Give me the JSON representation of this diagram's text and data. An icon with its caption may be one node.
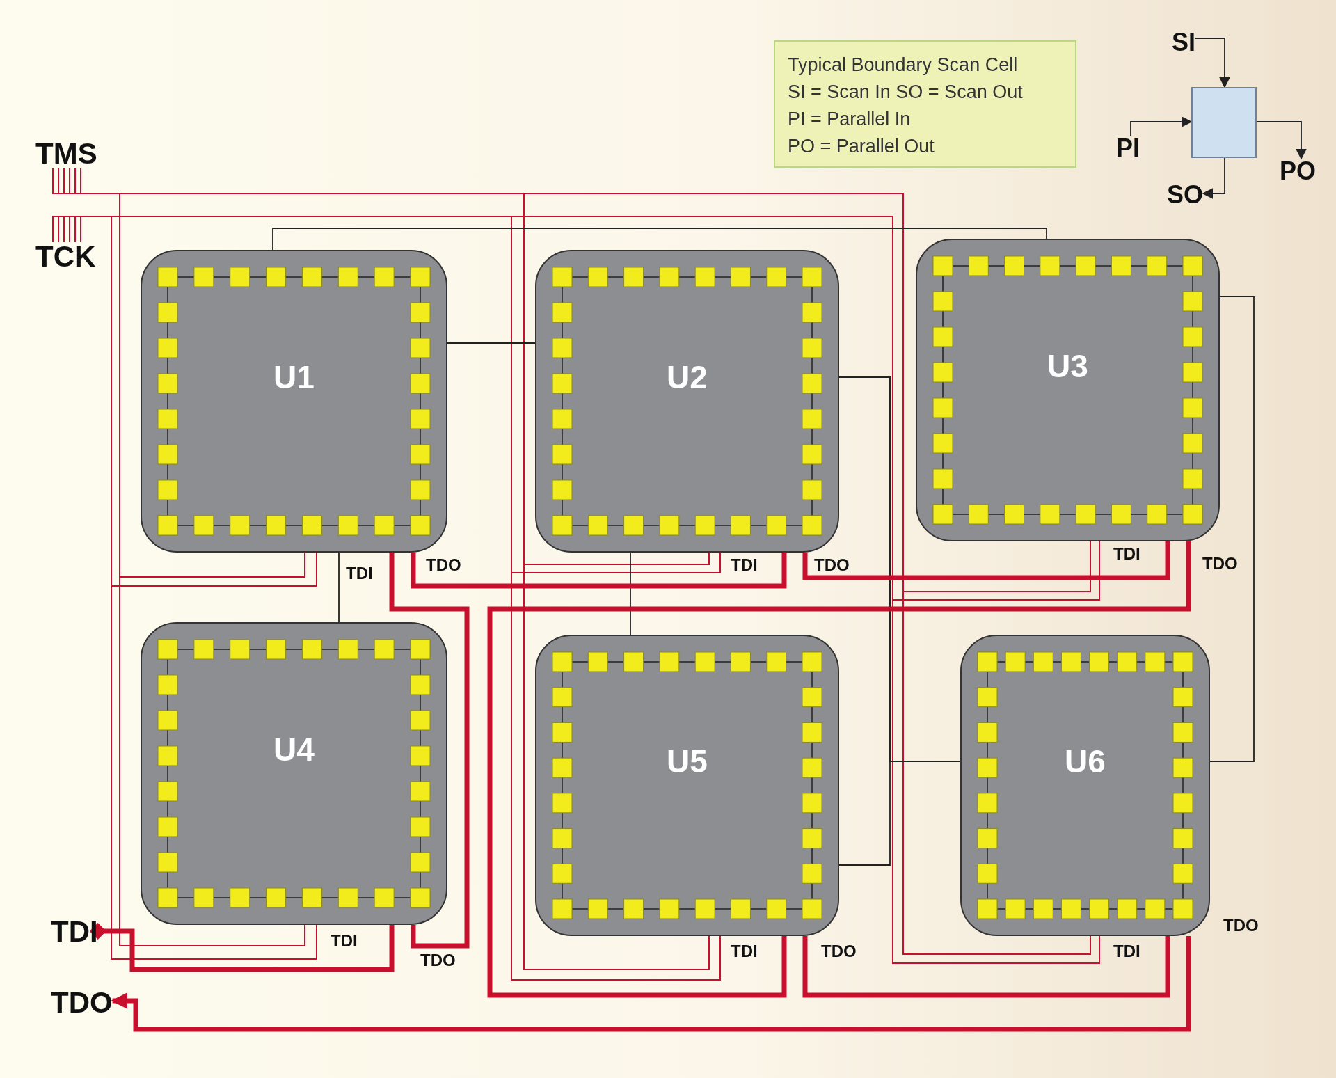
{
  "diagram": {
    "nodes": [
      {
        "text": [
          "Typical Boundary Scan Cell",
          "SI = Scan In SO = Scan Out",
          "PI = Parallel In",
          "PO = Parallel Out"
        ]
      },
      {
        "text": [
          "SI"
        ]
      },
      {
        "text": [
          "PI"
        ]
      },
      {
        "text": [],
        "shape": "box"
      },
      {
        "text": [
          "PO"
        ]
      },
      {
        "text": [
          "SO"
        ]
      },
      {
        "text": [
          "TMS"
        ]
      },
      {
        "text": [
          "TCK"
        ]
      },
      {
        "text": [
          "U1"
        ],
        "beside": [
          "TDI",
          "TDO"
        ]
      },
      {
        "text": [
          "U2"
        ],
        "beside": [
          "TDI",
          "TDO"
        ]
      },
      {
        "text": [
          "U3"
        ],
        "beside": [
          "TDI",
          "TDO"
        ]
      },
      {
        "text": [
          "U4"
        ],
        "beside": [
          "TDI",
          "TDO"
        ]
      },
      {
        "text": [
          "U5"
        ],
        "beside": [
          "TDI",
          "TDO"
        ]
      },
      {
        "text": [
          "U6"
        ],
        "beside": [
          "TDI",
          "TDO"
        ]
      },
      {
        "text": [
          "TDI"
        ]
      },
      {
        "text": [
          "TDO"
        ]
      }
    ],
    "edges": [
      {
        "from": 1,
        "to": 3,
        "arrow": "to",
        "color": "#222222"
      },
      {
        "from": 2,
        "to": 3,
        "arrow": "to",
        "color": "#222222"
      },
      {
        "from": 3,
        "to": 4,
        "arrow": "to",
        "color": "#222222"
      },
      {
        "from": 3,
        "to": 5,
        "arrow": "to",
        "color": "#222222"
      },
      {
        "from": 6,
        "to": 8,
        "arrow": "none"
      },
      {
        "from": 6,
        "to": 9,
        "arrow": "none"
      },
      {
        "from": 6,
        "to": 10,
        "arrow": "none"
      },
      {
        "from": 6,
        "to": 11,
        "arrow": "none"
      },
      {
        "from": 6,
        "to": 12,
        "arrow": "none"
      },
      {
        "from": 6,
        "to": 13,
        "arrow": "none"
      },
      {
        "from": 7,
        "to": 8,
        "arrow": "none"
      },
      {
        "from": 7,
        "to": 9,
        "arrow": "none"
      },
      {
        "from": 7,
        "to": 10,
        "arrow": "none"
      },
      {
        "from": 7,
        "to": 11,
        "arrow": "none"
      },
      {
        "from": 7,
        "to": 12,
        "arrow": "none"
      },
      {
        "from": 7,
        "to": 13,
        "arrow": "none"
      },
      {
        "from": 8,
        "to": 9,
        "arrow": "none",
        "color": "#222222"
      },
      {
        "from": 8,
        "to": 10,
        "arrow": "none",
        "color": "#222222"
      },
      {
        "from": 8,
        "to": 11,
        "arrow": "none",
        "color": "#222222"
      },
      {
        "from": 9,
        "to": 12,
        "arrow": "none",
        "color": "#222222"
      },
      {
        "from": 9,
        "to": 12,
        "arrow": "none",
        "color": "#222222"
      },
      {
        "from": 9,
        "to": 13,
        "arrow": "none",
        "color": "#222222"
      },
      {
        "from": 10,
        "to": 13,
        "arrow": "none",
        "color": "#222222"
      },
      {
        "from": 14,
        "to": 11,
        "arrow": "other",
        "style": "thick"
      },
      {
        "from": 11,
        "to": 8,
        "arrow": "none",
        "style": "thick"
      },
      {
        "from": 8,
        "to": 9,
        "arrow": "none",
        "style": "thick"
      },
      {
        "from": 9,
        "to": 10,
        "arrow": "none",
        "style": "thick"
      },
      {
        "from": 10,
        "to": 12,
        "arrow": "none",
        "style": "thick"
      },
      {
        "from": 12,
        "to": 13,
        "arrow": "none",
        "style": "thick"
      },
      {
        "from": 13,
        "to": 15,
        "arrow": "to",
        "style": "thick"
      }
    ]
  }
}
